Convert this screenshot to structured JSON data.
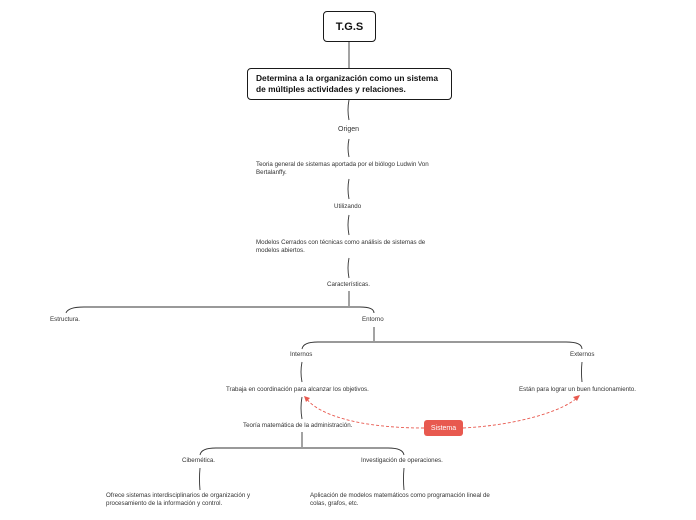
{
  "root": {
    "title": "T.G.S"
  },
  "main": {
    "text": "Determina a la organización como un sistema de múltiples actividades y relaciones."
  },
  "nodes": {
    "origen": "Origen",
    "teoria_general": "Teoria general de sistemas aportada por el biólogo Ludwin Von Bertalanffy.",
    "utilizando": "Utilizando",
    "modelos_cerrados": "Modelos Cerrados con técnicas como análisis de sistemas de modelos abiertos.",
    "caracteristicas": "Características.",
    "estructura": "Estructura.",
    "entorno": "Entorno",
    "internos": "Internos",
    "externos": "Externos",
    "trabaja": "Trabaja en coordinación para alcanzar los objetivos.",
    "estan": "Están para lograr un buen funcionamiento.",
    "teoria_matematica": "Teoría matemática de la administración.",
    "cibernetica": "Cibernética.",
    "investigacion": "Investigación de operaciones.",
    "ofrece": "Ofrece sistemas interdisciplinarios de organización y procesamiento de la información y control.",
    "aplicacion": "Aplicación de modelos matemáticos como programación lineal de colas, grafos, etc."
  },
  "relationship": {
    "label": "Sistema",
    "color": "#e8594f"
  },
  "colors": {
    "line": "#333333",
    "accent": "#e8594f"
  }
}
